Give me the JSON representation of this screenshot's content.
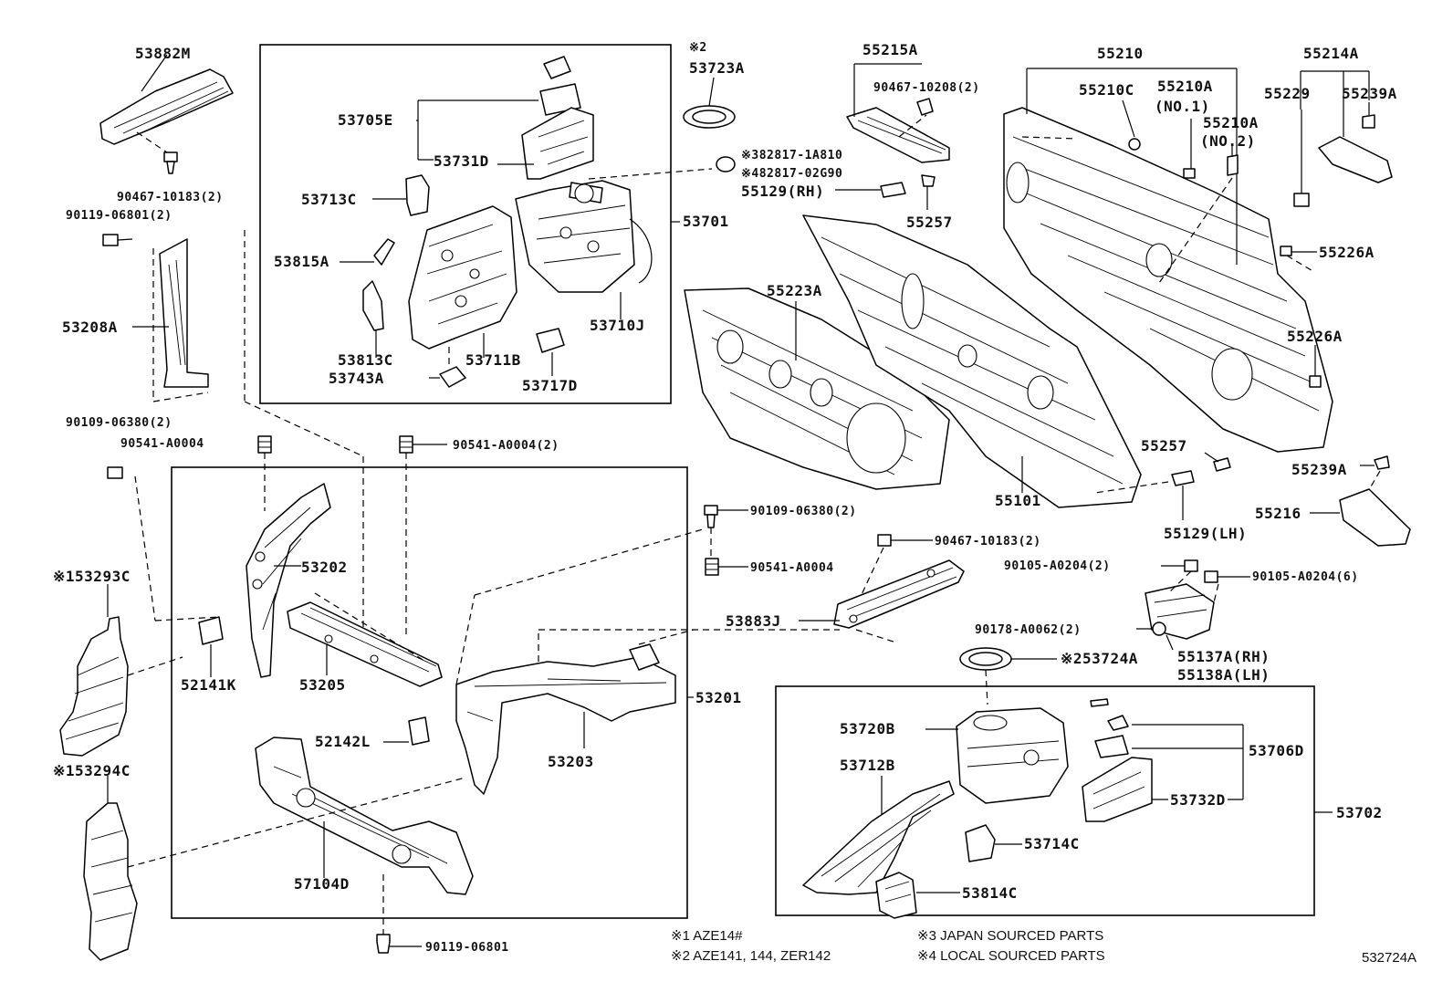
{
  "diagram_id": "532724A",
  "part_numbers": {
    "p53882M": "53882M",
    "p90467_10183_top": "90467-10183(2)",
    "p90119_06801_top": "90119-06801(2)",
    "p53208A": "53208A",
    "p90109_06380_left": "90109-06380(2)",
    "p53705E": "53705E",
    "p53731D": "53731D",
    "p53713C": "53713C",
    "p53815A": "53815A",
    "p53813C": "53813C",
    "p53743A": "53743A",
    "p53711B": "53711B",
    "p53717D": "53717D",
    "p53710J": "53710J",
    "p53701": "53701",
    "note2_mark_top": "※2",
    "p53723A": "53723A",
    "p82817_1A810": "※382817-1A810",
    "p82817_02G90": "※482817-02G90",
    "p55215A": "55215A",
    "p90467_10208": "90467-10208(2)",
    "p55129RH": "55129(RH)",
    "p55257_top": "55257",
    "p55223A": "55223A",
    "p55210": "55210",
    "p55210C": "55210C",
    "p55210A_1": "55210A",
    "no1": "(NO.1)",
    "p55210A_2": "55210A",
    "no2": "(NO.2)",
    "p55214A": "55214A",
    "p55229": "55229",
    "p55239A_top": "55239A",
    "p55226A_top": "55226A",
    "p55226A_mid": "55226A",
    "p55239A_mid": "55239A",
    "p55216": "55216",
    "p55257_low": "55257",
    "p55101": "55101",
    "p55129LH": "55129(LH)",
    "p90541_A0004_a": "90541-A0004",
    "p90541_A0004_b": "90541-A0004(2)",
    "p90109_06380_mid": "90109-06380(2)",
    "p90541_A0004_c": "90541-A0004",
    "p90467_10183_mid": "90467-10183(2)",
    "p53202": "53202",
    "p53293C": "※153293C",
    "p52141K": "52141K",
    "p53205": "53205",
    "p53201": "53201",
    "p52142L": "52142L",
    "p53203": "53203",
    "p53294C": "※153294C",
    "p57104D": "57104D",
    "p90119_06801_bot": "90119-06801",
    "p90105_A0204_a": "90105-A0204(2)",
    "p90105_A0204_b": "90105-A0204(6)",
    "p53883J": "53883J",
    "p90178_A0062": "90178-A0062(2)",
    "p55137A": "55137A(RH)",
    "p55138A": "55138A(LH)",
    "p53724A": "※253724A",
    "p53720B": "53720B",
    "p53706D": "53706D",
    "p53712B": "53712B",
    "p53732D": "53732D",
    "p53702": "53702",
    "p53714C": "53714C",
    "p53814C": "53814C"
  },
  "notes": {
    "n1": "※1  AZE14#",
    "n2": "※2  AZE141, 144, ZER142",
    "n3": "※3 JAPAN SOURCED PARTS",
    "n4": "※4 LOCAL SOURCED PARTS"
  },
  "icons": [
    "bolt-icon",
    "grommet-icon",
    "clip-icon",
    "panel-icon",
    "bracket-icon"
  ]
}
